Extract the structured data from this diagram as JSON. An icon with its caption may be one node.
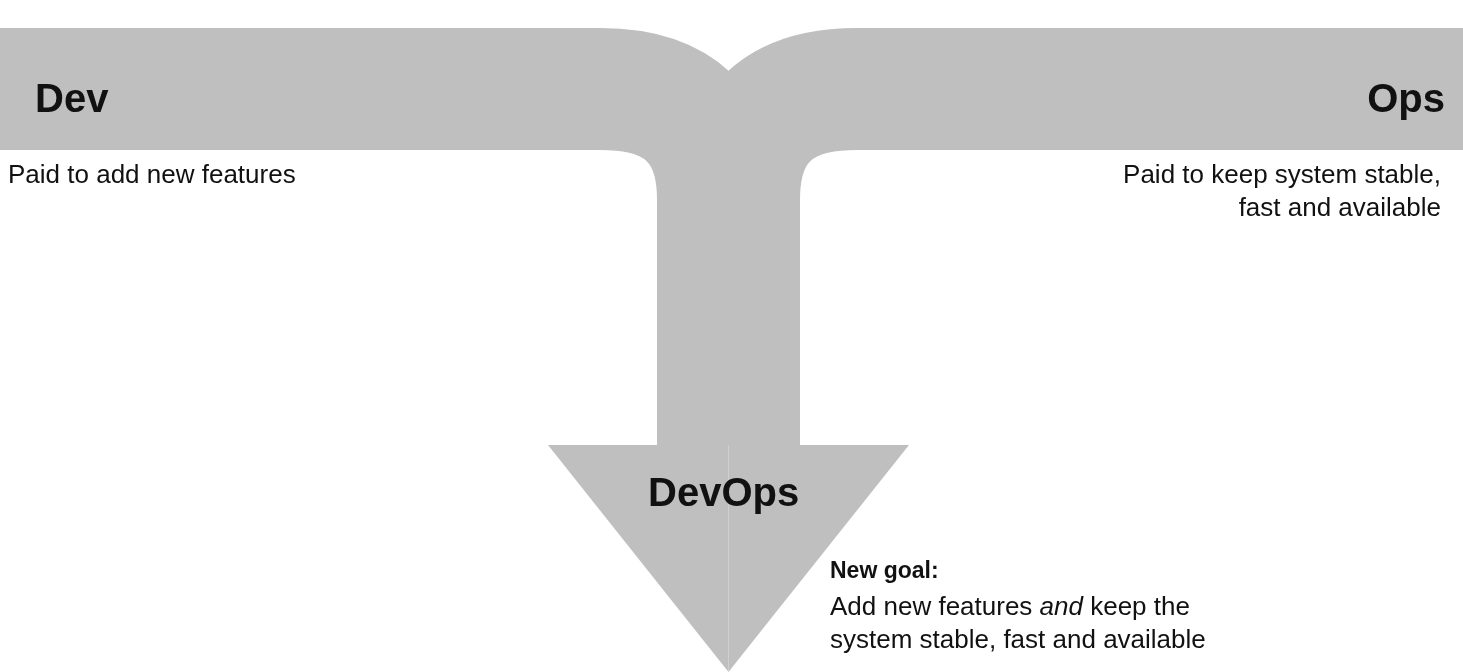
{
  "diagram": {
    "nodes": [
      {
        "text": [
          "Dev"
        ],
        "beside": [
          "Paid to add new features"
        ]
      },
      {
        "text": [
          "Ops"
        ],
        "beside": [
          "Paid to keep system stable, fast and available"
        ]
      },
      {
        "text": [
          "DevOps"
        ],
        "beside": [
          "New goal:",
          "Add new features *and* keep the system stable, fast and available"
        ]
      }
    ],
    "edges": [
      {
        "from": 0,
        "to": 2,
        "arrow": "to"
      },
      {
        "from": 1,
        "to": 2,
        "arrow": "to"
      }
    ]
  }
}
